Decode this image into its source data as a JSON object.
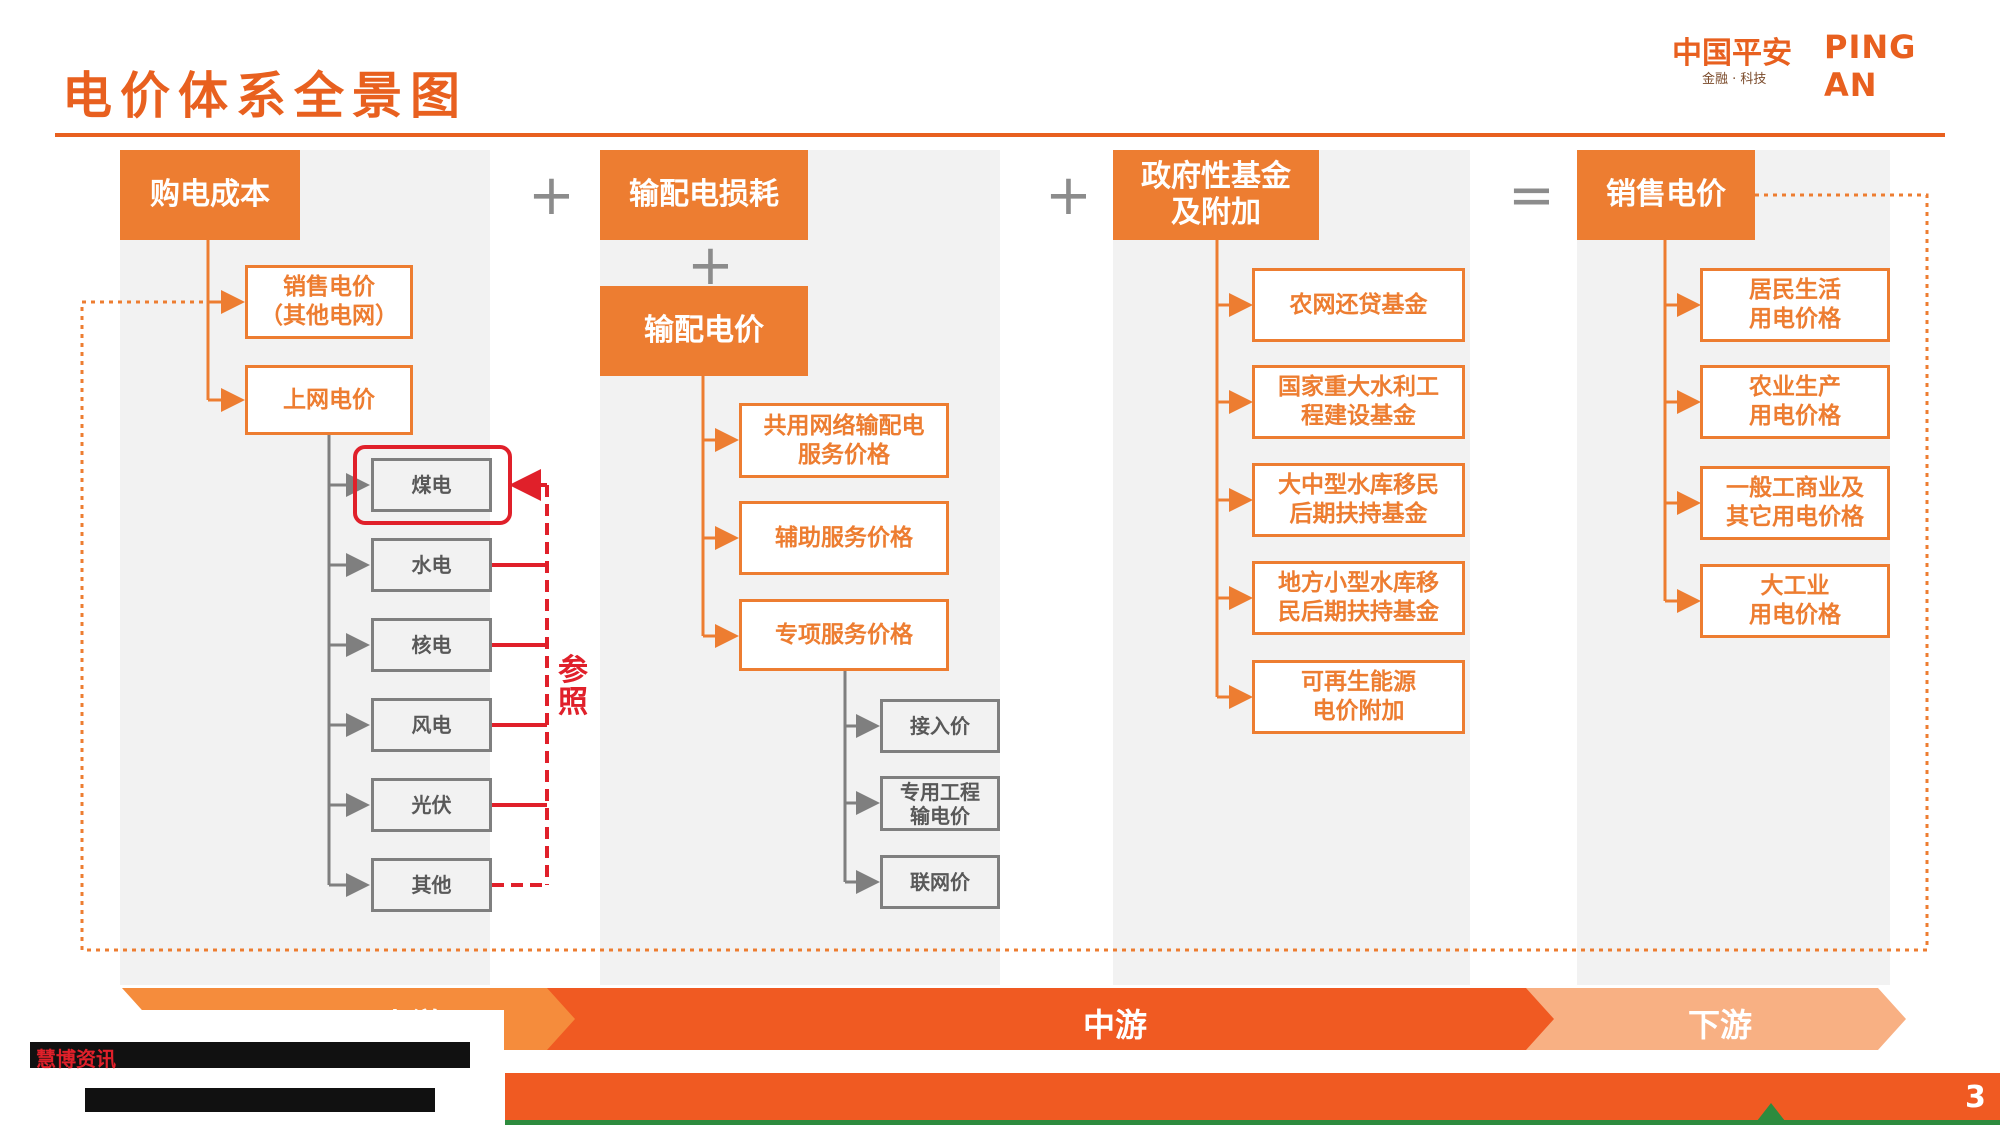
{
  "title": "电价体系全景图",
  "logo": {
    "cn": "中国平安",
    "en": "PING AN",
    "sub": "金融 · 科技"
  },
  "operators": {
    "plus": "+",
    "equals": "="
  },
  "columns": {
    "purchase": {
      "header": "购电成本",
      "items": [
        "销售电价\n（其他电网）",
        "上网电价"
      ],
      "sub_items": [
        "煤电",
        "水电",
        "核电",
        "风电",
        "光伏",
        "其他"
      ],
      "reference_label": "参照"
    },
    "transmission": {
      "header": "输配电损耗",
      "header2": "输配电价",
      "items": [
        "共用网络输配电\n服务价格",
        "辅助服务价格",
        "专项服务价格"
      ],
      "sub_items": [
        "接入价",
        "专用工程\n输电价",
        "联网价"
      ]
    },
    "government": {
      "header": "政府性基金\n及附加",
      "items": [
        "农网还贷基金",
        "国家重大水利工\n程建设基金",
        "大中型水库移民\n后期扶持基金",
        "地方小型水库移\n民后期扶持基金",
        "可再生能源\n电价附加"
      ]
    },
    "sales": {
      "header": "销售电价",
      "items": [
        "居民生活\n用电价格",
        "农业生产\n用电价格",
        "一般工商业及\n其它用电价格",
        "大工业\n用电价格"
      ]
    }
  },
  "stream_bar": {
    "upstream": "上游",
    "midstream": "中游",
    "downstream": "下游"
  },
  "footer": {
    "source_brand": "慧博资讯",
    "page_number": "3"
  },
  "colors": {
    "accent": "#ed7d31",
    "midstream": "#f05a22",
    "downstream": "#f8b083",
    "reference_red": "#e0202a",
    "gray_box": "#7f7f7f"
  }
}
